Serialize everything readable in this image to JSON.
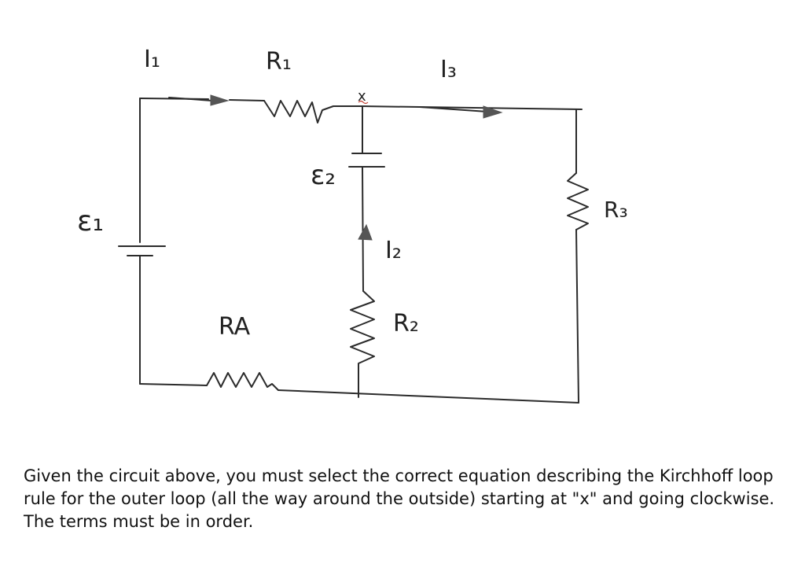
{
  "diagram": {
    "labels": {
      "I1": "I₁",
      "R1": "R₁",
      "x": "x",
      "I3": "I₃",
      "E2": "ε₂",
      "E1": "ε₁",
      "R3": "R₃",
      "I2": "I₂",
      "RA": "RA",
      "R2": "R₂"
    }
  },
  "caption": "Given the circuit above, you must select the correct equation describing the Kirchhoff loop rule for the outer loop (all the way around the outside) starting at \"x\" and going clockwise.  The terms must be in order."
}
